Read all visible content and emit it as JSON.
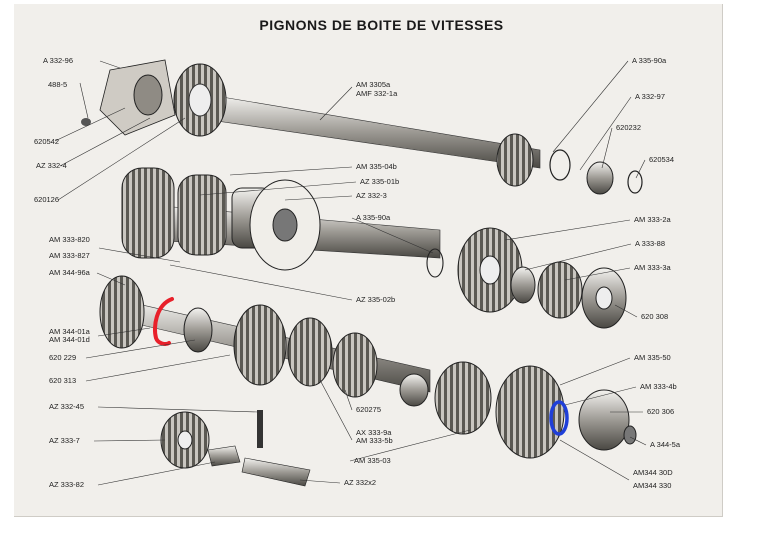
{
  "title": "PIGNONS DE BOITE DE VITESSES",
  "marker_colors": {
    "red": "#e8202a",
    "blue": "#1f3fd8"
  },
  "labels": {
    "l01": "A  332-96",
    "l02": "488-5",
    "l03": "620542",
    "l04": "AZ 332-4",
    "l05": "620126",
    "l06": "AM  3305a",
    "l07": "AMF 332-1a",
    "l08": "A  335-90a",
    "l09": "A  332-97",
    "l10": "620232",
    "l11": "620534",
    "l12": "AM 335-04b",
    "l13": "AZ 335-01b",
    "l14": "AZ  332-3",
    "l15": "A  335-90a",
    "l16": "AM 333-2a",
    "l17": "A  333-88",
    "l18": "AM 333-3a",
    "l19": "620 308",
    "l20": "AM 333-820",
    "l21": "AM 333-827",
    "l22": "AM 344-96a",
    "l23": "AZ 335-02b",
    "l24": "AM 344-01a",
    "l25": "AM 344-01d",
    "l26": "620 229",
    "l27": "620 313",
    "l28": "AM 335-50",
    "l29": "AM 333-4b",
    "l30": "620 306",
    "l31": "A  344-5a",
    "l32": "AM344 30D",
    "l33": "AM344 330",
    "l34": "AZ 332-45",
    "l35": "AZ 333-7",
    "l36": "AZ 333-82",
    "l37": "620275",
    "l38": "AX  333-9a",
    "l39": "AM 333-5b",
    "l40": "AM 335-03",
    "l41": "AZ 332x2"
  }
}
